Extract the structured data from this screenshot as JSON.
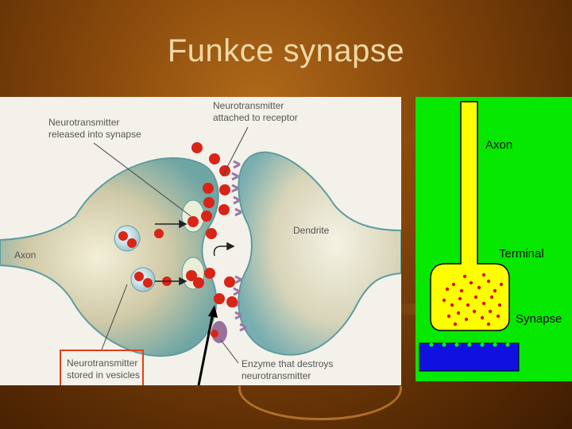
{
  "slide": {
    "title": "Funkce synapse"
  },
  "illustration": {
    "labels": {
      "released_line1": "Neurotransmitter",
      "released_line2": "released into synapse",
      "attached_line1": "Neurotransmitter",
      "attached_line2": "attached to receptor",
      "axon": "Axon",
      "dendrite": "Dendrite",
      "stored_line1": "Neurotransmitter",
      "stored_line2": "stored in vesicles",
      "enzyme_line1": "Enzyme that destroys",
      "enzyme_line2": "neurotransmitter"
    },
    "colors": {
      "neurotransmitter": "#d92418",
      "highlight_box": "#e0401a",
      "enzyme": "#8a5a8c"
    }
  },
  "schematic": {
    "labels": {
      "axon": "Axon",
      "terminal": "Terminal",
      "synapse": "Synapse"
    },
    "colors": {
      "background": "#06e800",
      "neuron": "#ffff00",
      "dots": "#e01010",
      "receiver": "#1010e0"
    }
  }
}
